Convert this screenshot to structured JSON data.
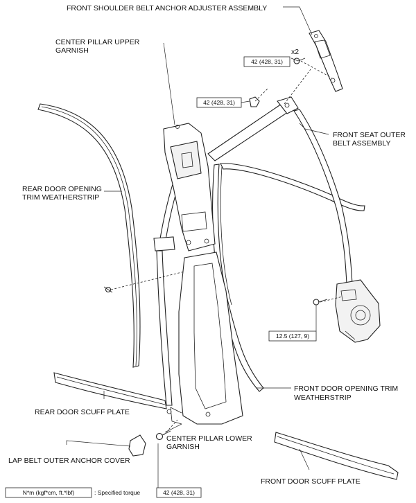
{
  "labels": {
    "shoulder_adjuster": "FRONT SHOULDER BELT ANCHOR ADJUSTER ASSEMBLY",
    "upper_garnish_1": "CENTER PILLAR UPPER",
    "upper_garnish_2": "GARNISH",
    "outer_belt_1": "FRONT SEAT OUTER",
    "outer_belt_2": "BELT ASSEMBLY",
    "rear_weatherstrip_1": "REAR DOOR OPENING",
    "rear_weatherstrip_2": "TRIM WEATHERSTRIP",
    "front_weatherstrip_1": "FRONT DOOR OPENING TRIM",
    "front_weatherstrip_2": "WEATHERSTRIP",
    "rear_scuff": "REAR DOOR SCUFF PLATE",
    "lower_garnish_1": "CENTER PILLAR LOWER",
    "lower_garnish_2": "GARNISH",
    "lap_cover": "LAP BELT OUTER ANCHOR COVER",
    "front_scuff": "FRONT DOOR SCUFF PLATE",
    "multiplier": "x2"
  },
  "torques": {
    "adjuster_bolt": "42 (428, 31)",
    "belt_nut": "42 (428, 31)",
    "retractor_bolt": "12.5 (127, 9)",
    "anchor_bolt": "42 (428, 31)"
  },
  "legend": {
    "units": "N*m (kgf*cm, ft.*lbf)",
    "text": ": Specified torque"
  }
}
